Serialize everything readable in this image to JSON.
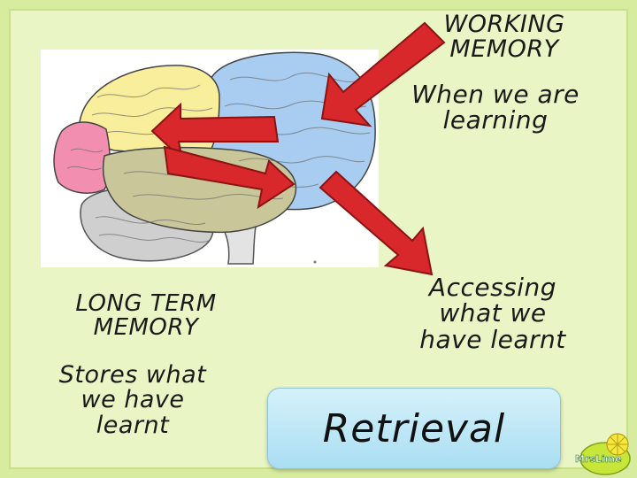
{
  "labels": {
    "working_memory_title": "WORKING\nMEMORY",
    "working_memory_desc": "When we are\nlearning",
    "accessing_desc": "Accessing\nwhat we\nhave learnt",
    "ltm_title": "LONG TERM\nMEMORY",
    "ltm_desc": "Stores what\nwe have\nlearnt",
    "retrieval": "Retrieval"
  },
  "colors": {
    "background": "#eaf5c6",
    "frontal_lobe": "#f9ee9b",
    "parietal_lobe": "#a9cdf0",
    "temporal_lobe": "#c9c79a",
    "prefrontal": "#f28fb0",
    "cerebellum": "#cfcfcf",
    "arrow_fill": "#d8282b",
    "arrow_stroke": "#8a1414",
    "retrieval_box": "#bce6f6"
  },
  "icons": [
    "brain-illustration",
    "arrow-icon",
    "lime-logo"
  ]
}
